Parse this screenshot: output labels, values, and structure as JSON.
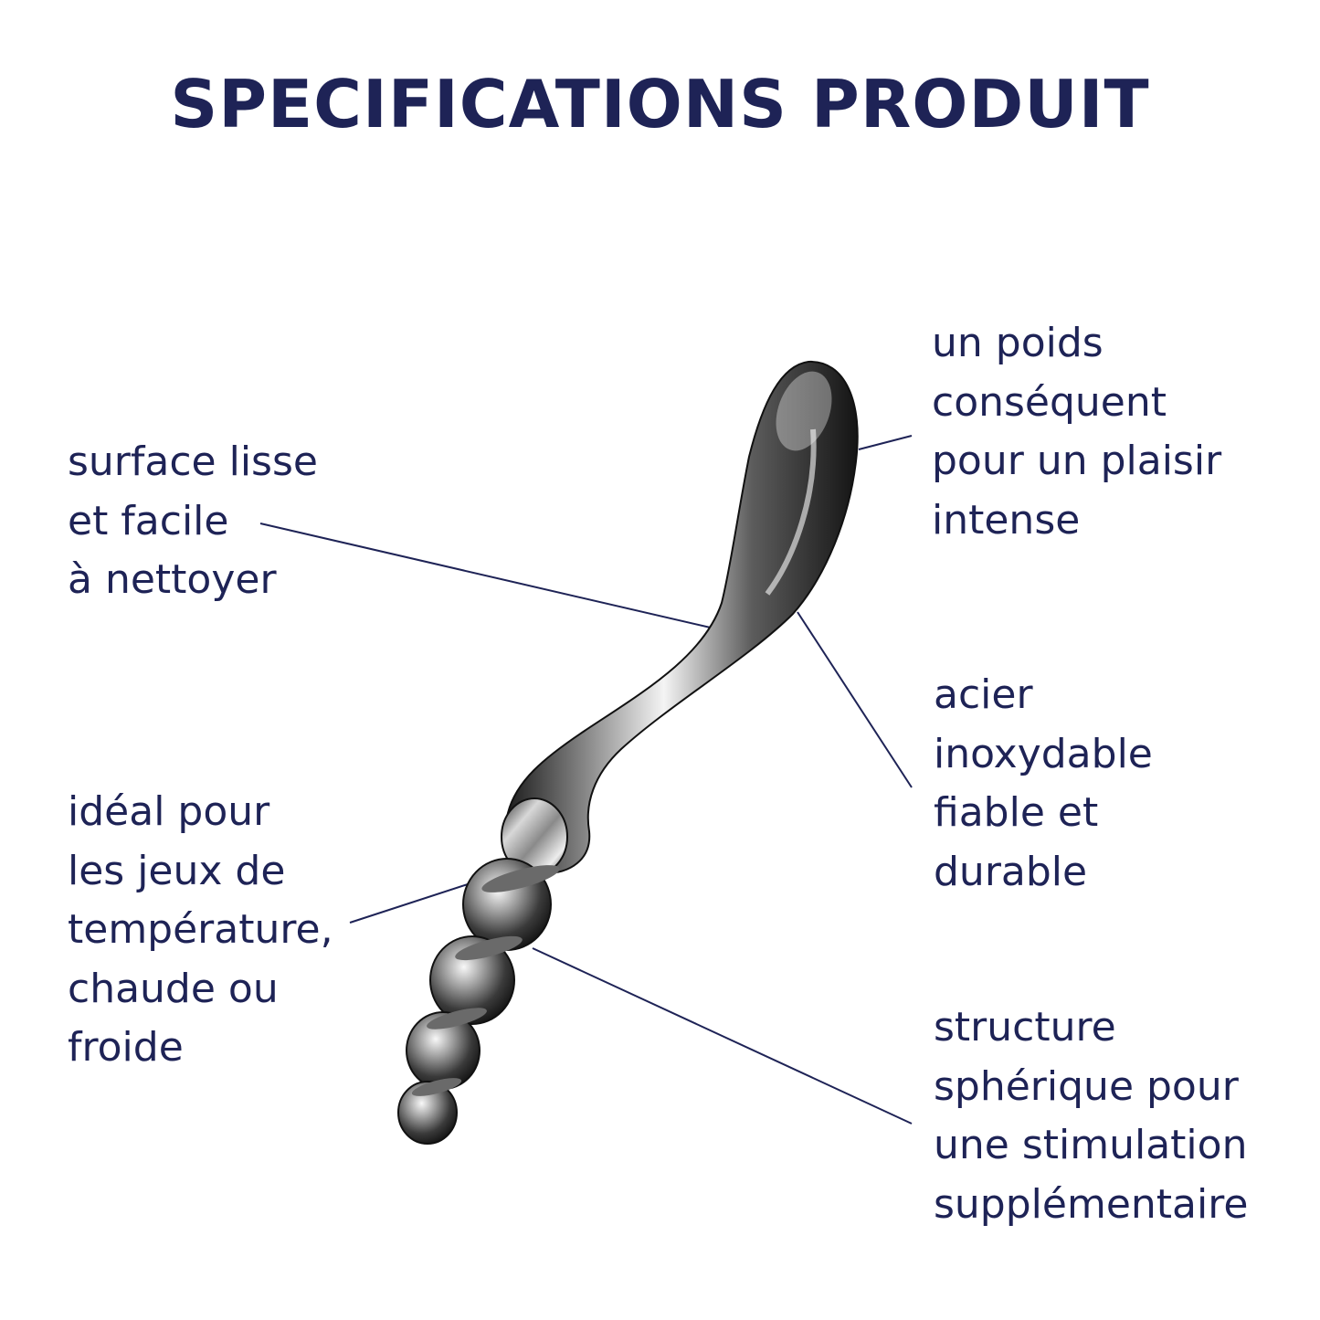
{
  "title": "SPECIFICATIONS PRODUIT",
  "callouts": {
    "surface": [
      "surface lisse",
      "et facile",
      "à nettoyer"
    ],
    "temperature": [
      "idéal pour",
      "les jeux de",
      "température,",
      "chaude ou",
      "froide"
    ],
    "weight": [
      "un poids",
      "conséquent",
      "pour un plaisir",
      "intense"
    ],
    "steel": [
      "acier",
      "inoxydable",
      "fiable et",
      "durable"
    ],
    "structure": [
      "structure",
      "sphérique pour",
      "une stimulation",
      "supplémentaire"
    ]
  },
  "colors": {
    "text": "#1e2356",
    "leader_line": "#1e2356",
    "background": "#ffffff",
    "metal_light": "#f4f4f4",
    "metal_dark": "#1b1b1b"
  },
  "product_image": "stainless-steel-product"
}
